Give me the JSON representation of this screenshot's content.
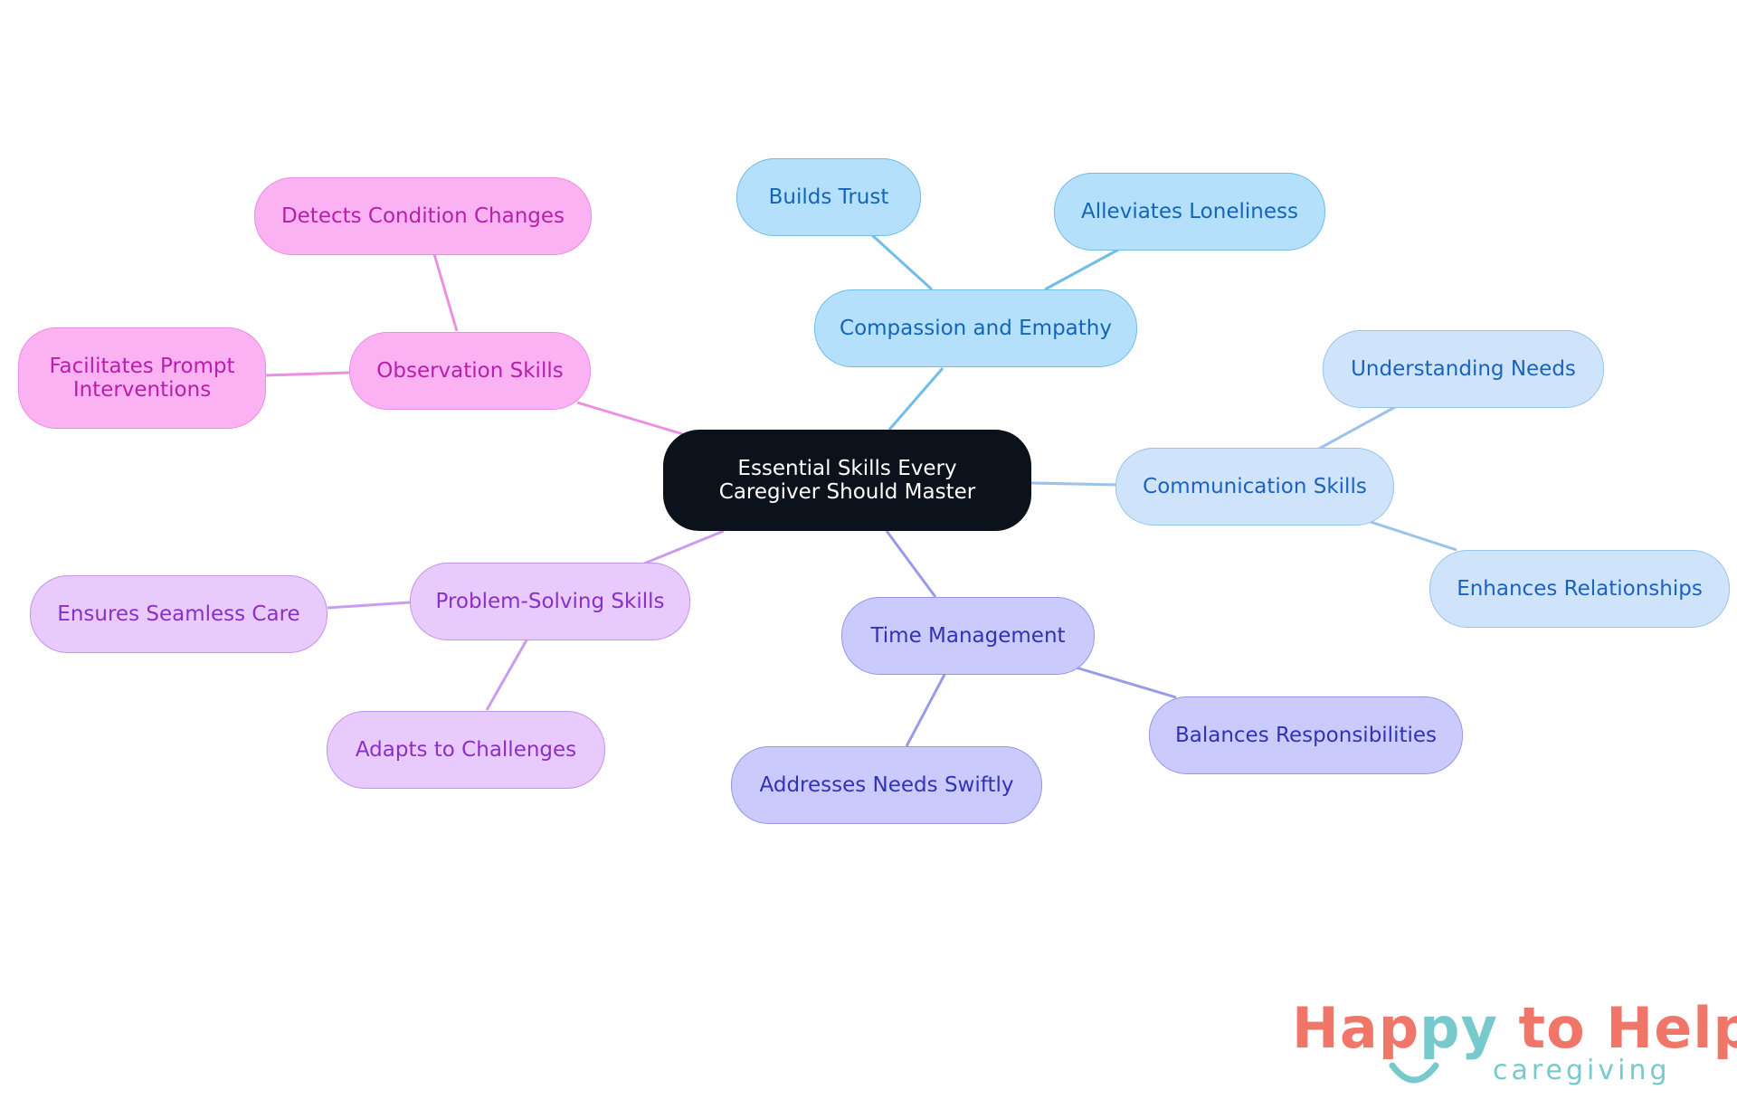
{
  "mindmap": {
    "root": "Essential Skills Every Caregiver Should Master",
    "branches": [
      {
        "label": "Compassion and Empathy",
        "children": [
          "Builds Trust",
          "Alleviates Loneliness"
        ]
      },
      {
        "label": "Communication Skills",
        "children": [
          "Understanding Needs",
          "Enhances Relationships"
        ]
      },
      {
        "label": "Time Management",
        "children": [
          "Balances Responsibilities",
          "Addresses Needs Swiftly"
        ]
      },
      {
        "label": "Problem-Solving Skills",
        "children": [
          "Ensures Seamless Care",
          "Adapts to Challenges"
        ]
      },
      {
        "label": "Observation Skills",
        "children": [
          "Detects Condition Changes",
          "Facilitates Prompt Interventions"
        ]
      }
    ]
  },
  "colors": {
    "compassion_line": "#72bce9",
    "communication_line": "#9ac2ea",
    "time_line": "#9a9be8",
    "problem_line": "#c99cee",
    "observation_line": "#ee8ee0"
  },
  "logo": {
    "part1": "Hap",
    "part2": "py",
    "part3": " to Help",
    "subtitle": "caregiving",
    "color_primary": "#f0766a",
    "color_secondary": "#78c9cb"
  }
}
